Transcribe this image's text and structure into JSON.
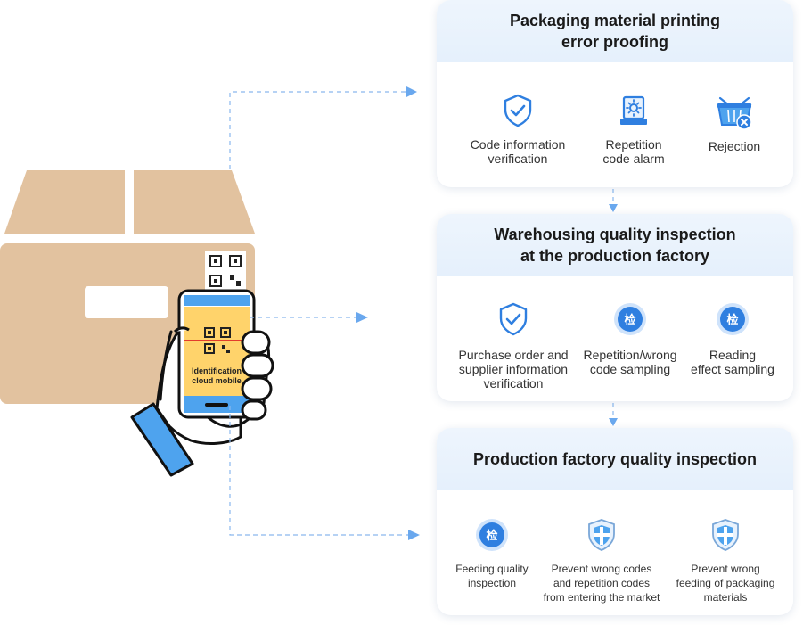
{
  "illustration": {
    "phone_label_line1": "Identification",
    "phone_label_line2": "cloud mobile"
  },
  "cards": [
    {
      "title_line1": "Packaging material printing",
      "title_line2": "error proofing",
      "items": [
        {
          "icon": "shield-check-icon",
          "line1": "Code information",
          "line2": "verification"
        },
        {
          "icon": "alarm-light-icon",
          "line1": "Repetition",
          "line2": "code alarm"
        },
        {
          "icon": "basket-reject-icon",
          "line1": "Rejection"
        }
      ]
    },
    {
      "title_line1": "Warehousing quality inspection",
      "title_line2": "at the production factory",
      "items": [
        {
          "icon": "shield-check-icon",
          "line1": "Purchase order and",
          "line2": "supplier information",
          "line3": "verification"
        },
        {
          "icon": "inspection-badge-icon",
          "glyph": "检",
          "line1": "Repetition/wrong",
          "line2": "code sampling"
        },
        {
          "icon": "inspection-badge-icon",
          "glyph": "检",
          "line1": "Reading",
          "line2": "effect sampling"
        }
      ]
    },
    {
      "title_line1": "Production factory quality inspection",
      "items": [
        {
          "icon": "inspection-badge-icon",
          "glyph": "检",
          "line1": "Feeding quality",
          "line2": "inspection"
        },
        {
          "icon": "shield-cross-icon",
          "line1": "Prevent wrong codes",
          "line2": "and repetition codes",
          "line3": "from entering the market"
        },
        {
          "icon": "shield-cross-icon",
          "line1": "Prevent wrong",
          "line2": "feeding of packaging",
          "line3": "materials"
        }
      ]
    }
  ],
  "colors": {
    "accent": "#2f7fe0",
    "box": "#e2c2a0",
    "box_dark": "#d9b690",
    "phone": "#ffd36b",
    "sleeve": "#4ea3ee",
    "card_head": "#e8f2fd",
    "flow_line": "#8ab8ee"
  }
}
